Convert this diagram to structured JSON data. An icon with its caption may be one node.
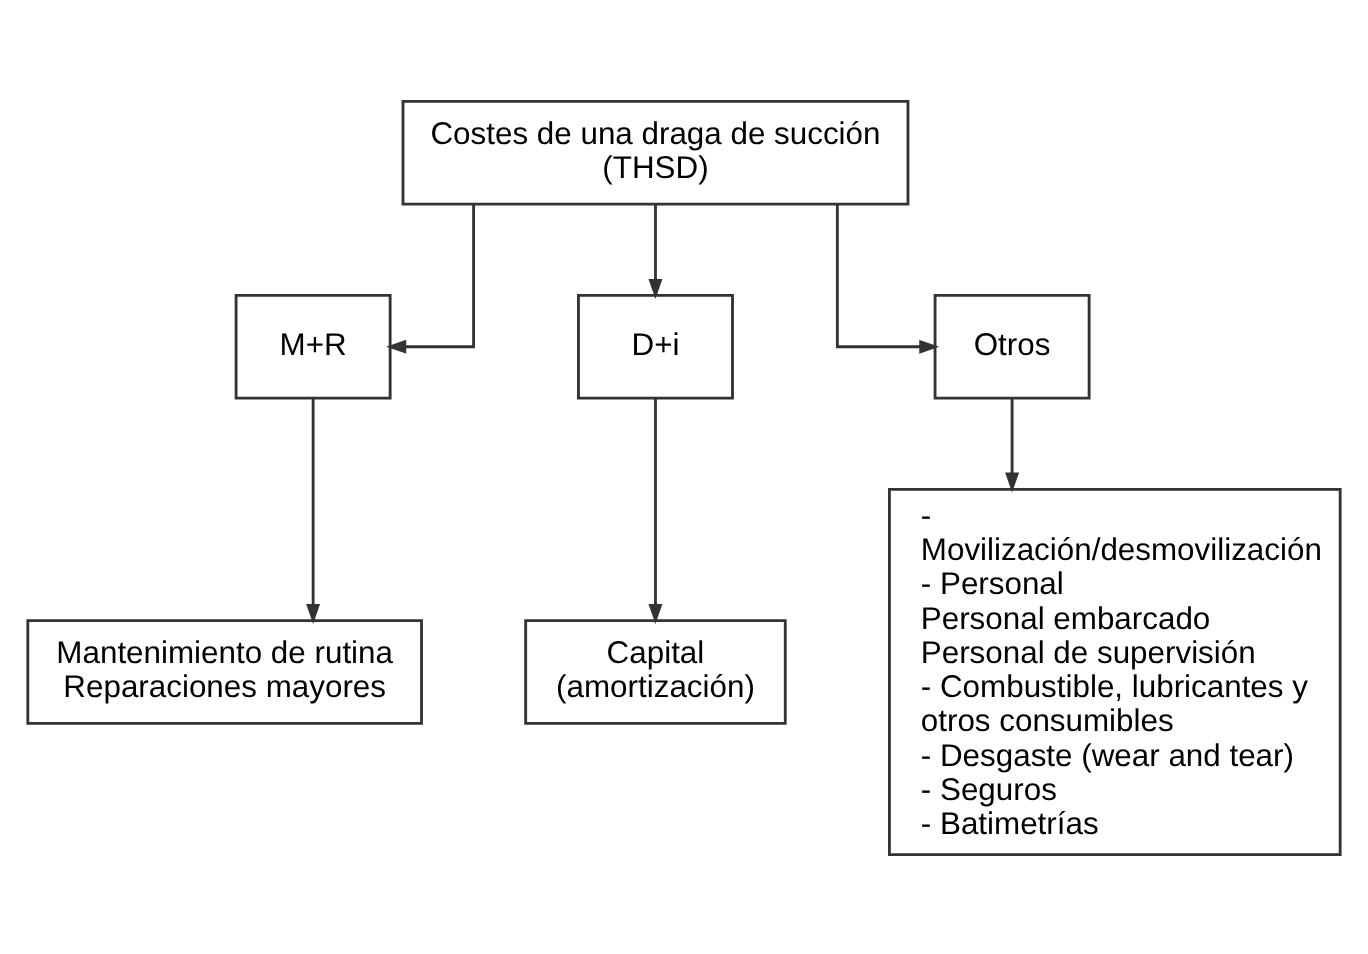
{
  "diagram": {
    "nodes": [
      {
        "text": [
          "Costes de una draga de succión",
          "(THSD)"
        ]
      },
      {
        "text": [
          "M+R"
        ]
      },
      {
        "text": [
          "D+i"
        ]
      },
      {
        "text": [
          "Otros"
        ]
      },
      {
        "text": [
          "Mantenimiento de rutina",
          "Reparaciones mayores"
        ]
      },
      {
        "text": [
          "Capital (amortización)"
        ]
      },
      {
        "text": [
          "- Movilización/desmovilización",
          "- Personal",
          "Personal embarcado",
          "Personal de supervisión",
          "- Combustible, lubricantes y otros consumibles",
          "- Desgaste (wear and tear)",
          "- Seguros",
          "- Batimetrías"
        ]
      }
    ],
    "edges": [
      {
        "from": 0,
        "to": 1,
        "arrow": "to"
      },
      {
        "from": 0,
        "to": 2,
        "arrow": "to"
      },
      {
        "from": 0,
        "to": 3,
        "arrow": "to"
      },
      {
        "from": 1,
        "to": 4,
        "arrow": "to"
      },
      {
        "from": 2,
        "to": 5,
        "arrow": "to"
      },
      {
        "from": 3,
        "to": 6,
        "arrow": "to"
      }
    ]
  }
}
